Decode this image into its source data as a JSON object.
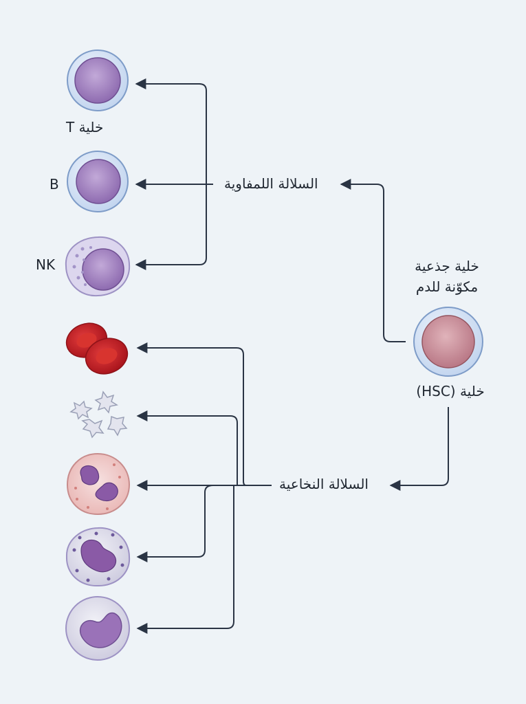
{
  "hsc": {
    "name_line1": "خلية جذعية",
    "name_line2": "مكوّنة للدم",
    "name_line3": "خلية (HSC)"
  },
  "lymphoid_lineage": {
    "label": "السلالة اللمفاوية",
    "cells": [
      {
        "label": "خلية T",
        "icon": "t-cell-icon"
      },
      {
        "label": "B",
        "icon": "b-cell-icon"
      },
      {
        "label": "NK",
        "icon": "nk-cell-icon"
      }
    ]
  },
  "myeloid_lineage": {
    "label": "السلالة النخاعية",
    "cells": [
      {
        "icon": "red-blood-cells-icon"
      },
      {
        "icon": "platelets-icon"
      },
      {
        "icon": "eosinophil-icon"
      },
      {
        "icon": "basophil-icon"
      },
      {
        "icon": "monocyte-icon"
      }
    ]
  },
  "colors": {
    "background": "#eef3f7",
    "arrow": "#2a3444",
    "lymphocyte_nucleus": "#a98cc4",
    "red_blood_cell": "#c8222a",
    "hsc_nucleus": "#c98e9c"
  }
}
